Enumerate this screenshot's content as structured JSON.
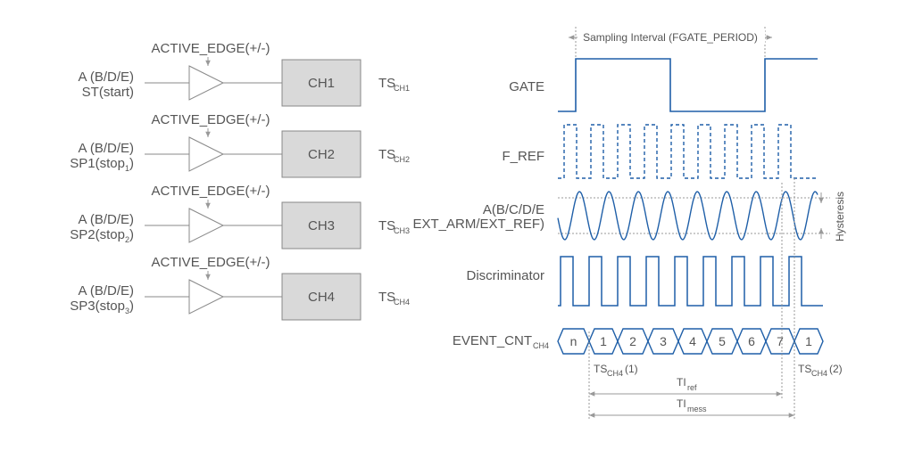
{
  "channels": [
    {
      "edge": "ACTIVE_EDGE(+/-)",
      "in1": "A (B/D/E)",
      "in2": "ST(start)",
      "in2_sub": "",
      "box": "CH1",
      "ts": "TS",
      "ts_sub": "CH1"
    },
    {
      "edge": "ACTIVE_EDGE(+/-)",
      "in1": "A (B/D/E)",
      "in2": "SP1(stop",
      "in2_sub": "1",
      "box": "CH2",
      "ts": "TS",
      "ts_sub": "CH2"
    },
    {
      "edge": "ACTIVE_EDGE(+/-)",
      "in1": "A (B/D/E)",
      "in2": "SP2(stop",
      "in2_sub": "2",
      "box": "CH3",
      "ts": "TS",
      "ts_sub": "CH3"
    },
    {
      "edge": "ACTIVE_EDGE(+/-)",
      "in1": "A (B/D/E)",
      "in2": "SP3(stop",
      "in2_sub": "3",
      "box": "CH4",
      "ts": "TS",
      "ts_sub": "CH4"
    }
  ],
  "timing": {
    "interval": "Sampling Interval (FGATE_PERIOD)",
    "gate": "GATE",
    "fref": "F_REF",
    "sig1": "A(B/C/D/E",
    "sig2": "EXT_ARM/EXT_REF)",
    "hysteresis": "Hysteresis",
    "disc": "Discriminator",
    "event": "EVENT_CNT",
    "event_sub": "CH4",
    "counts": [
      "n",
      "1",
      "2",
      "3",
      "4",
      "5",
      "6",
      "7",
      "1"
    ],
    "ts1": "TS",
    "ts1_sub": "CH4",
    "ts1_idx": "(1)",
    "ts2": "TS",
    "ts2_sub": "CH4",
    "ts2_idx": "(2)",
    "tiref": "TI",
    "tiref_sub": "ref",
    "timess": "TI",
    "timess_sub": "mess"
  },
  "colors": {
    "signal": "#1f5fa8",
    "box_fill": "#d9d9d9",
    "line": "#888888",
    "text": "#555555"
  }
}
